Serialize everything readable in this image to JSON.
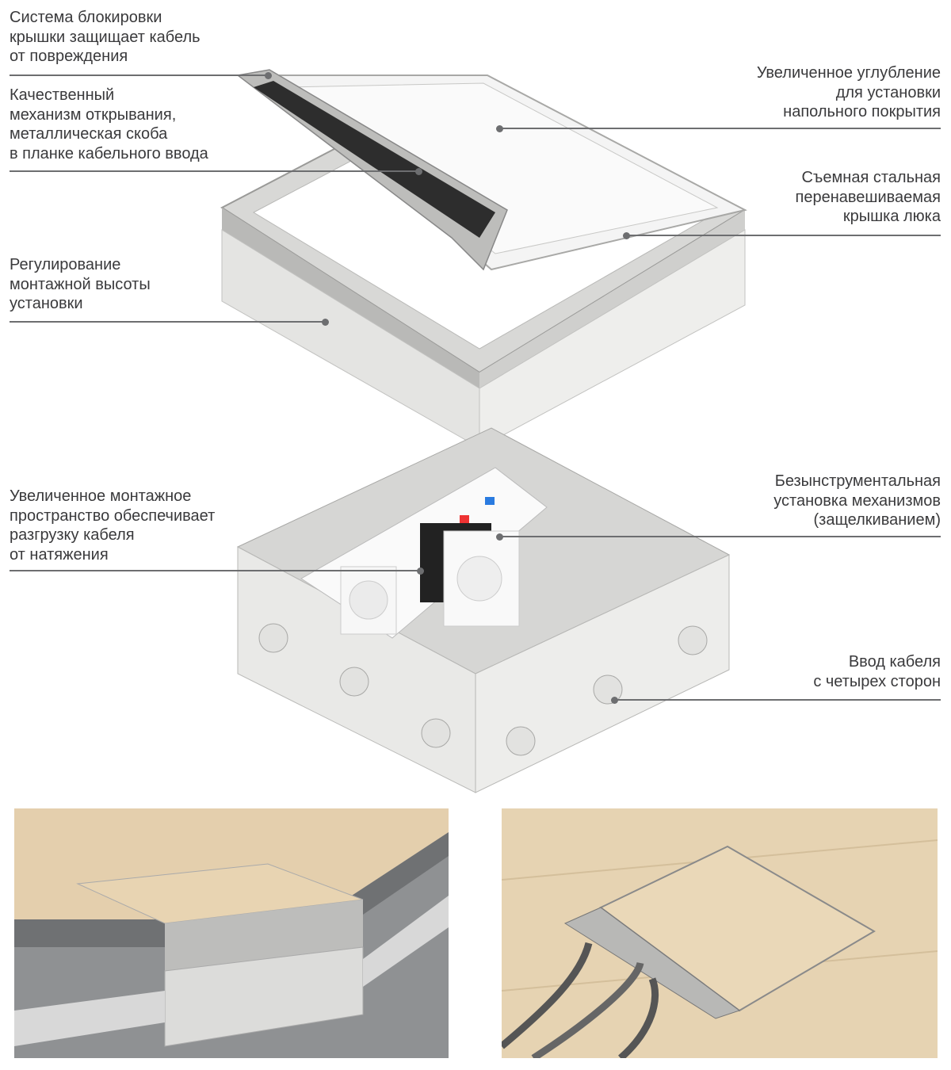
{
  "callouts_left": [
    {
      "lines": [
        "Система блокировки",
        "крышки защищает кабель",
        "от повреждения"
      ]
    },
    {
      "lines": [
        "Качественный",
        "механизм открывания,",
        "металлическая скоба",
        "в планке кабельного ввода"
      ]
    },
    {
      "lines": [
        "Регулирование",
        "монтажной высоты",
        "установки"
      ]
    },
    {
      "lines": [
        "Увеличенное монтажное",
        "пространство обеспечивает",
        "разгрузку кабеля",
        "от натяжения"
      ]
    }
  ],
  "callouts_right": [
    {
      "lines": [
        "Увеличенное углубление",
        "для установки",
        "напольного покрытия"
      ]
    },
    {
      "lines": [
        "Съемная стальная",
        "перенавешиваемая",
        "крышка люка"
      ]
    },
    {
      "lines": [
        "Безынструментальная",
        "установка механизмов",
        "(защелкиванием)"
      ]
    },
    {
      "lines": [
        "Ввод кабеля",
        "с четырех сторон"
      ]
    }
  ],
  "colors": {
    "leader": "#6d6e70",
    "text": "#3a3a3c",
    "steel": "#c9c9c7",
    "box": "#e6e6e4",
    "wood": "#e3cfae"
  }
}
